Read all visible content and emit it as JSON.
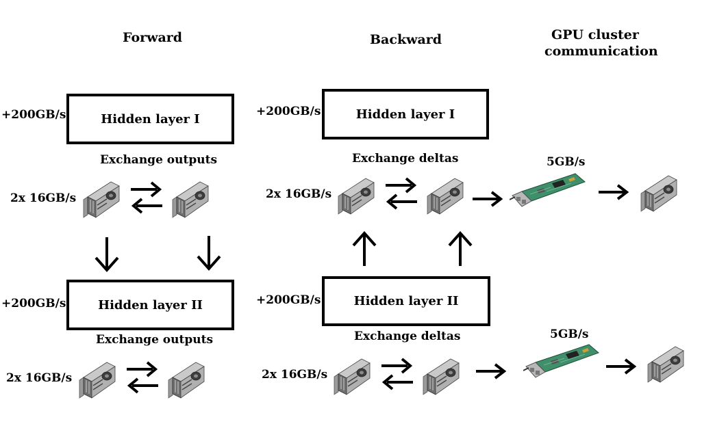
{
  "columns": {
    "forward": "Forward",
    "backward": "Backward",
    "cluster_line1": "GPU cluster",
    "cluster_line2": "communication"
  },
  "forward": {
    "layer1": {
      "label": "Hidden layer I",
      "bandwidth": "+200GB/s"
    },
    "exchange1": "Exchange outputs",
    "gpu_bw1": "2x 16GB/s",
    "layer2": {
      "label": "Hidden layer II",
      "bandwidth": "+200GB/s"
    },
    "exchange2": "Exchange outputs",
    "gpu_bw2": "2x 16GB/s"
  },
  "backward": {
    "layer1": {
      "label": "Hidden layer I",
      "bandwidth": "+200GB/s"
    },
    "exchange1": "Exchange deltas",
    "gpu_bw1": "2x 16GB/s",
    "layer2": {
      "label": "Hidden layer II",
      "bandwidth": "+200GB/s"
    },
    "exchange2": "Exchange deltas",
    "gpu_bw2": "2x 16GB/s"
  },
  "cluster": {
    "link1": "5GB/s",
    "link2": "5GB/s"
  },
  "icons": {
    "gpu": "gpu-card-icon",
    "network_card": "network-card-icon",
    "arrow": "arrow-icon"
  }
}
